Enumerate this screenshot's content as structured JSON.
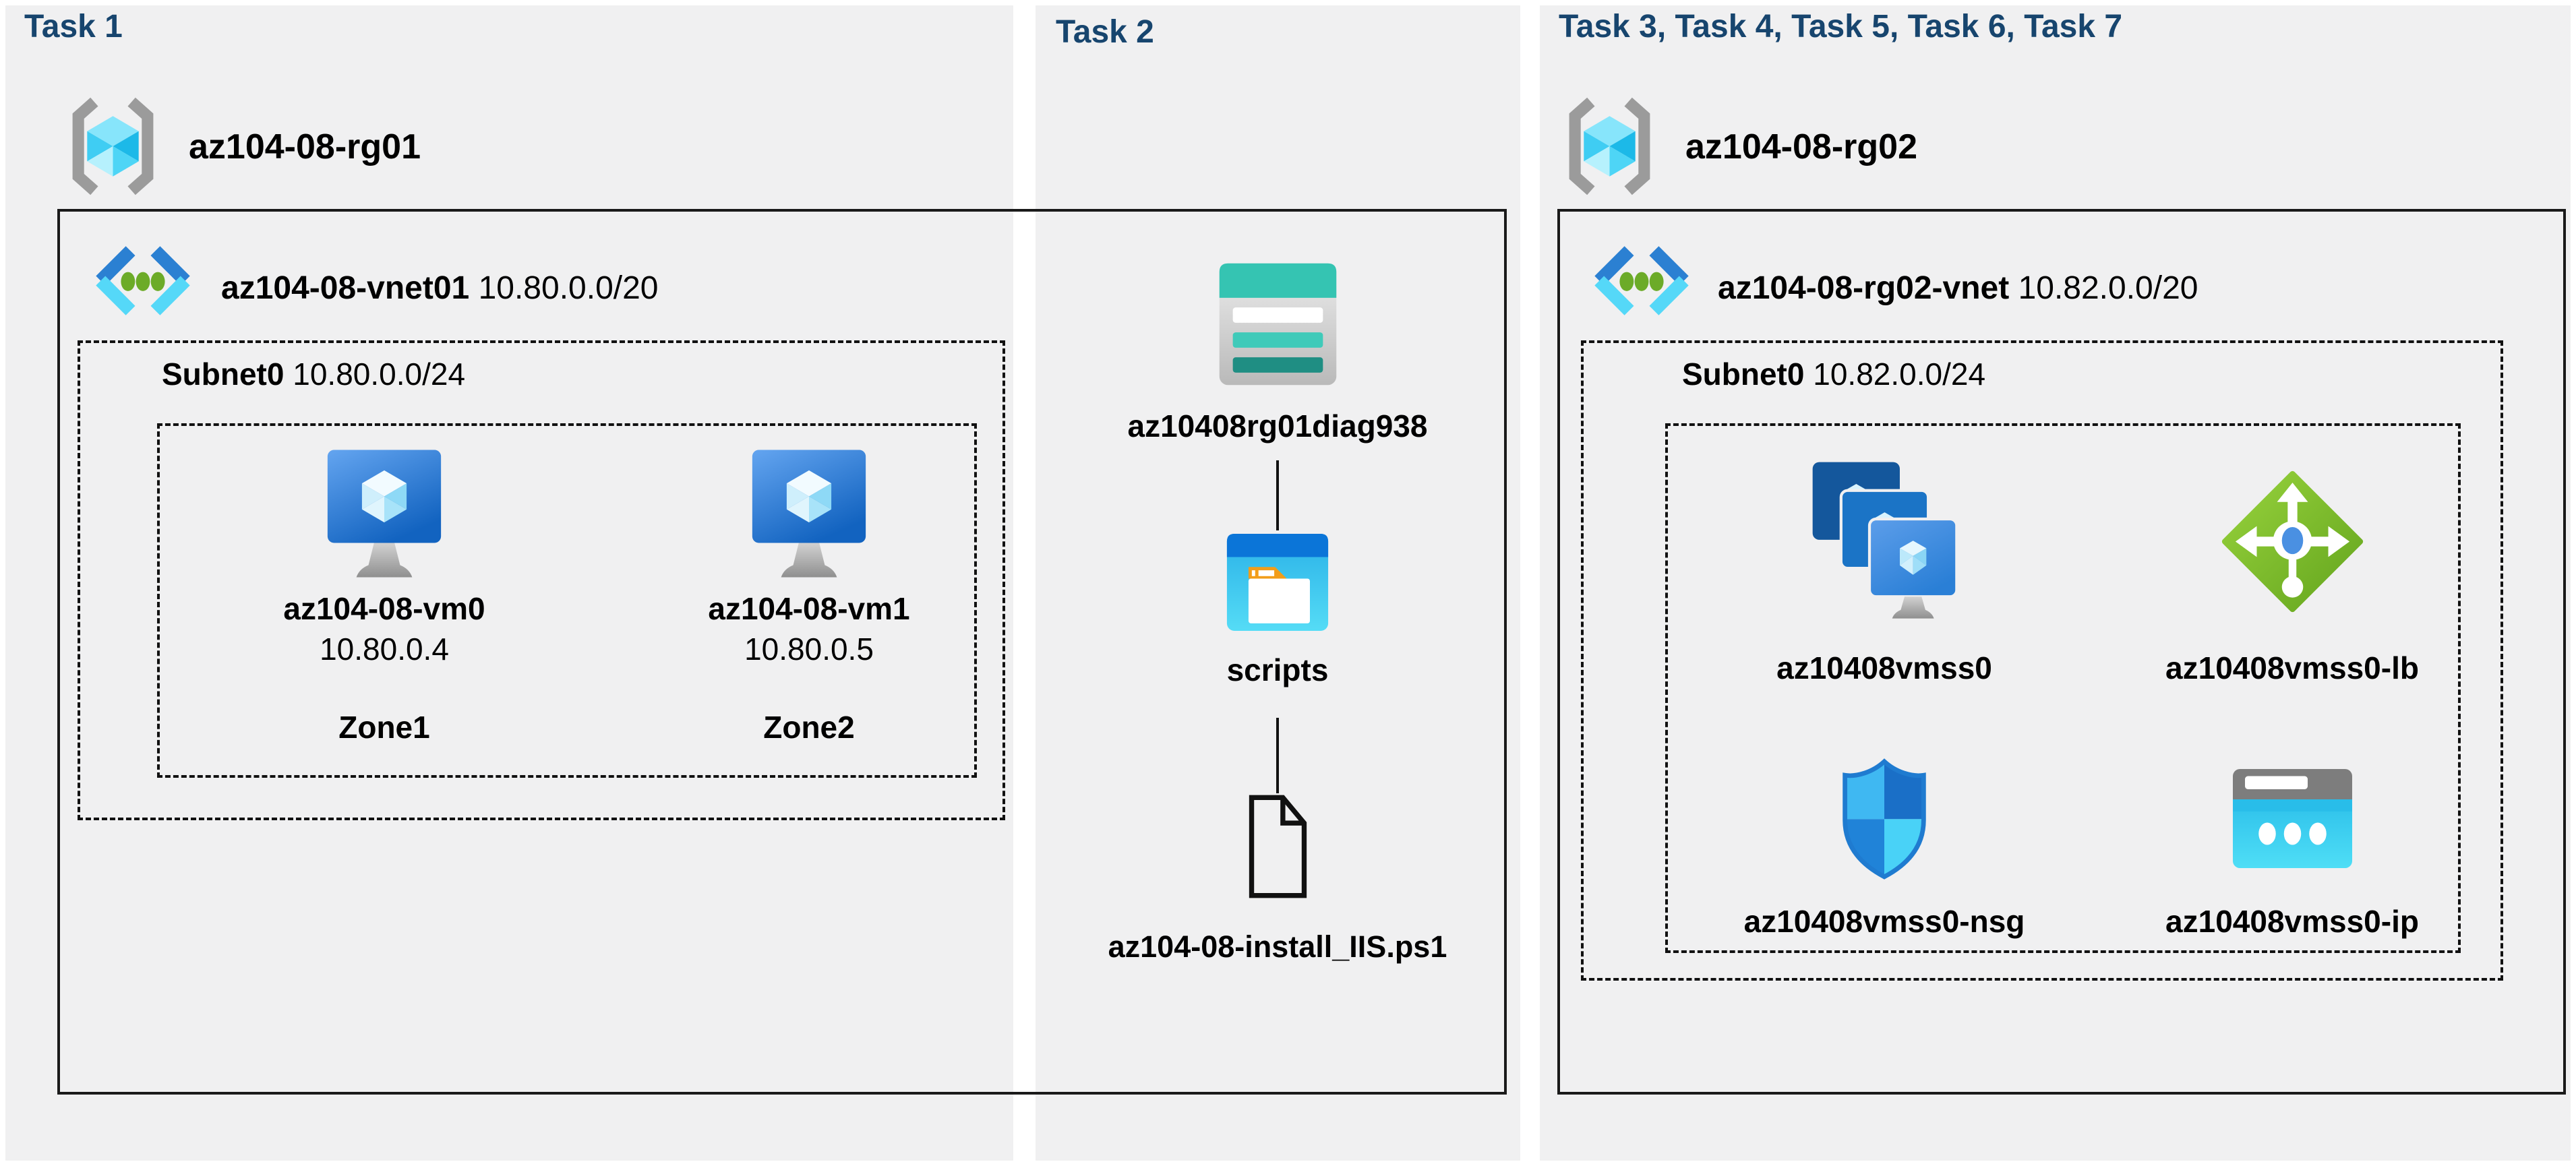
{
  "colors": {
    "panel_bg": "#f0f0f1",
    "title_navy": "#17456e",
    "text": "#000000",
    "box_border": "#1a1a1a",
    "rg_cube_cyan": "#3fcdf3",
    "vnet_chevron_blue": "#2b80d2",
    "vnet_chevron_cyan": "#55d8f8",
    "vnet_dot_green": "#6cab28",
    "vm_screen_blue": "#1566c2",
    "lb_green": "#76b82a",
    "nsg_shield_blue": "#1f7bd0",
    "ip_cyan": "#2cc3ec",
    "storage_teal": "#35c4b2",
    "folder_bar_blue": "#0b75d8",
    "folder_tab_orange": "#f29d19"
  },
  "panels": {
    "task1": {
      "title": "Task 1"
    },
    "task2": {
      "title": "Task 2"
    },
    "task3": {
      "title": "Task 3, Task 4, Task 5, Task 6, Task 7"
    }
  },
  "rg01": {
    "name": "az104-08-rg01",
    "icon": "resource-group-icon",
    "vnet": {
      "name": "az104-08-vnet01",
      "cidr": "10.80.0.0/20",
      "icon": "virtual-network-icon"
    },
    "subnet": {
      "name": "Subnet0",
      "cidr": "10.80.0.0/24"
    },
    "vms": [
      {
        "name": "az104-08-vm0",
        "ip": "10.80.0.4",
        "zone": "Zone1",
        "icon": "virtual-machine-icon"
      },
      {
        "name": "az104-08-vm1",
        "ip": "10.80.0.5",
        "zone": "Zone2",
        "icon": "virtual-machine-icon"
      }
    ]
  },
  "task2_items": {
    "storage": {
      "name": "az10408rg01diag938",
      "icon": "storage-account-icon"
    },
    "container": {
      "name": "scripts",
      "icon": "blob-container-folder-icon"
    },
    "file": {
      "name": "az104-08-install_IIS.ps1",
      "icon": "script-file-icon"
    }
  },
  "rg02": {
    "name": "az104-08-rg02",
    "icon": "resource-group-icon",
    "vnet": {
      "name": "az104-08-rg02-vnet",
      "cidr": "10.82.0.0/20",
      "icon": "virtual-network-icon"
    },
    "subnet": {
      "name": "Subnet0",
      "cidr": "10.82.0.0/24"
    },
    "resources": [
      {
        "name": "az10408vmss0",
        "icon": "vm-scale-set-icon"
      },
      {
        "name": "az10408vmss0-lb",
        "icon": "load-balancer-icon"
      },
      {
        "name": "az10408vmss0-nsg",
        "icon": "network-security-group-icon"
      },
      {
        "name": "az10408vmss0-ip",
        "icon": "public-ip-icon"
      }
    ]
  }
}
